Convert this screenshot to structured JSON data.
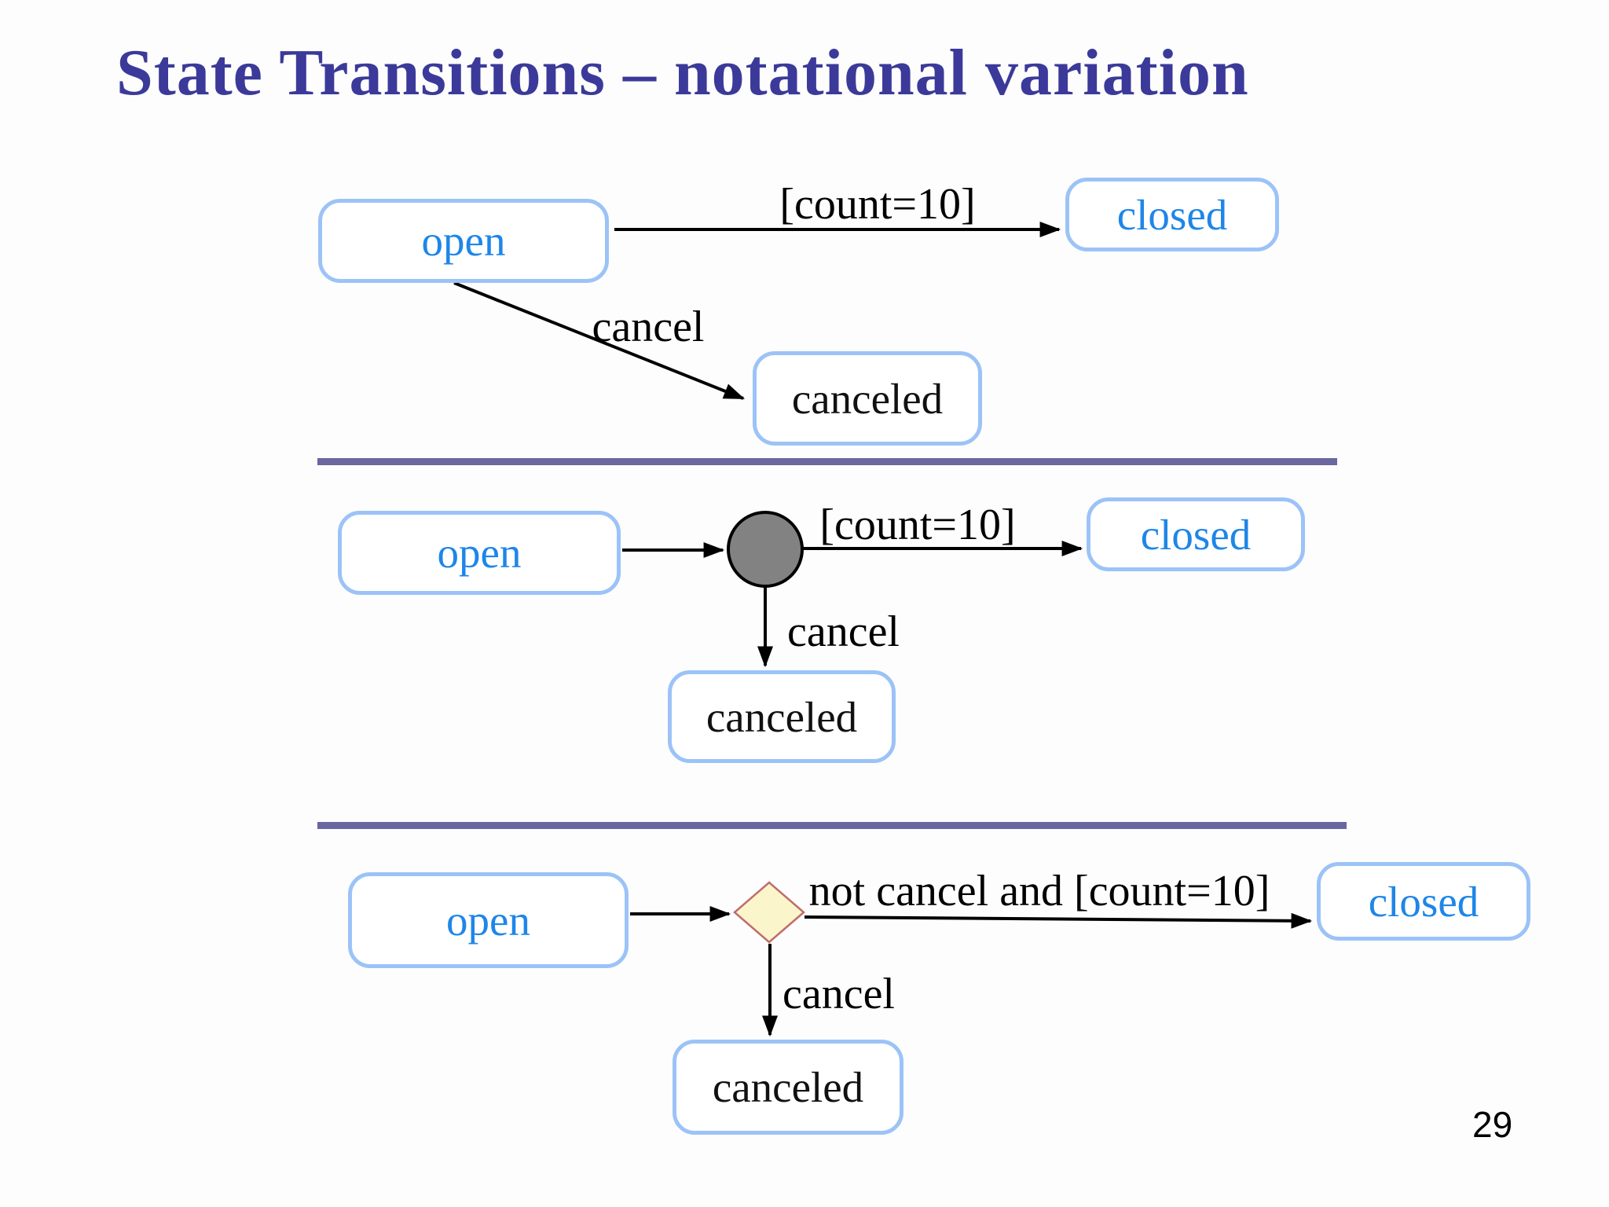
{
  "slide": {
    "title": "State Transitions – notational variation",
    "page_number": "29"
  },
  "colors": {
    "title_color": "#3b3a9a",
    "state_border": "#9cc3f7",
    "state_text_blue": "#1e86e8",
    "state_text_dark": "#111111",
    "label_text": "#000000",
    "divider": "#6a66a0",
    "arrow": "#000000",
    "junction_fill": "#828282",
    "junction_stroke": "#000000",
    "decision_fill": "#fbf5cb",
    "decision_stroke": "#c06c6c",
    "background": "#fdfdfd"
  },
  "sections": [
    {
      "name": "direct-transition-notation",
      "states": {
        "open": "open",
        "closed": "closed",
        "canceled": "canceled"
      },
      "transitions": {
        "to_closed_label": "[count=10]",
        "to_canceled_label": "cancel"
      }
    },
    {
      "name": "junction-circle-notation",
      "connector_icon": "junction-circle-icon",
      "states": {
        "open": "open",
        "closed": "closed",
        "canceled": "canceled"
      },
      "transitions": {
        "to_closed_label": "[count=10]",
        "to_canceled_label": "cancel"
      }
    },
    {
      "name": "decision-diamond-notation",
      "connector_icon": "decision-diamond-icon",
      "states": {
        "open": "open",
        "closed": "closed",
        "canceled": "canceled"
      },
      "transitions": {
        "to_closed_label": "not cancel and [count=10]",
        "to_canceled_label": "cancel"
      }
    }
  ]
}
